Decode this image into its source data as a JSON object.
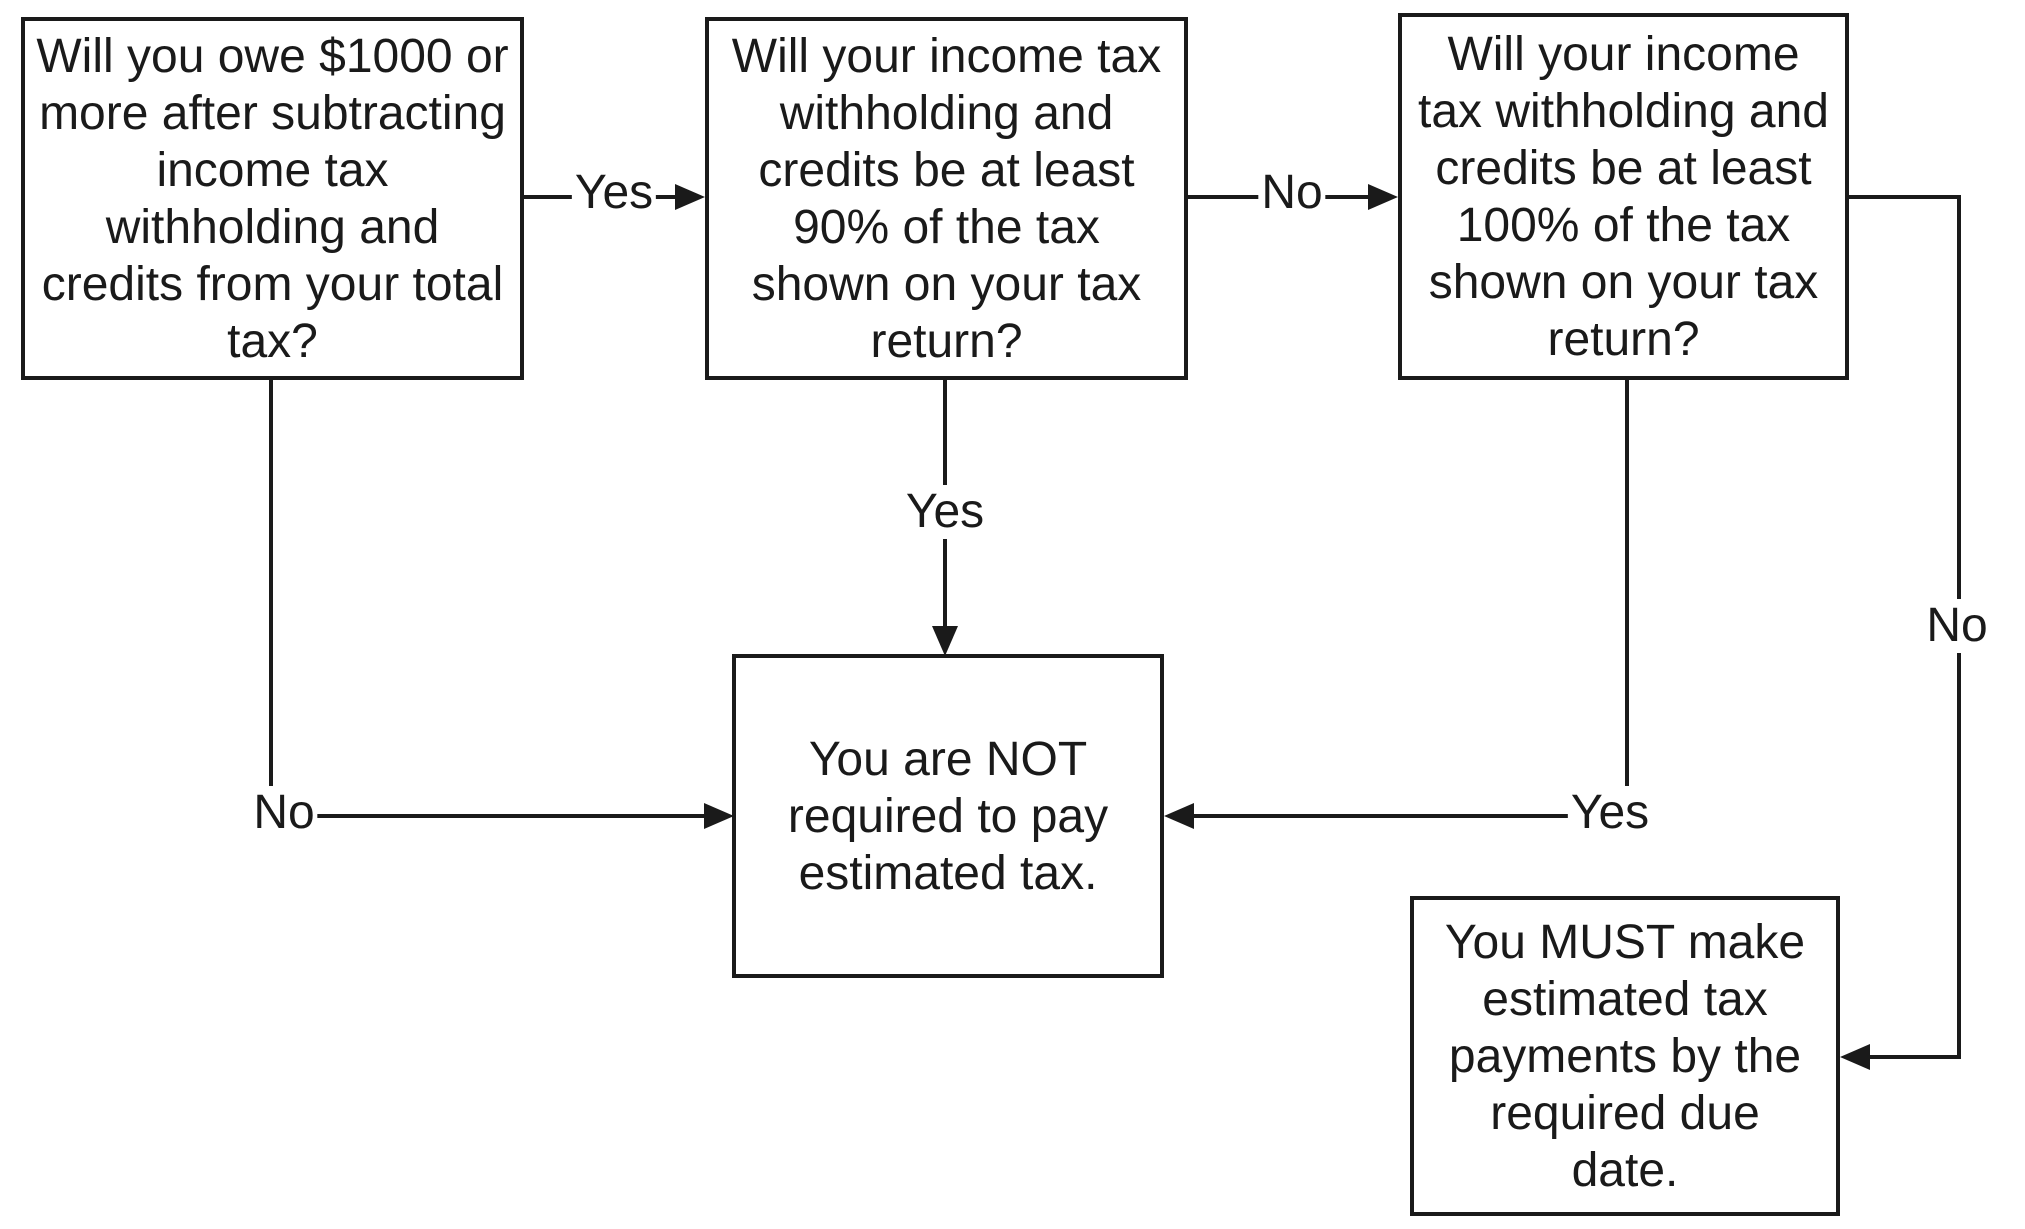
{
  "nodes": {
    "q1": "Will you owe $1000 or more after subtracting income tax withholding and credits from your total tax?",
    "q2": "Will your income tax withholding and credits be at least 90% of the tax shown on your tax return?",
    "q3": "Will your income tax withholding and credits be at least 100% of the tax shown on your tax return?",
    "not_required": "You are NOT required to pay estimated tax.",
    "must_pay": "You MUST make estimated tax payments by the required due date."
  },
  "edges": {
    "q1_yes": "Yes",
    "q1_no": "No",
    "q2_yes": "Yes",
    "q2_no": "No",
    "q3_yes": "Yes",
    "q3_no": "No"
  },
  "colors": {
    "line": "#1a1a1a",
    "background": "#ffffff"
  }
}
